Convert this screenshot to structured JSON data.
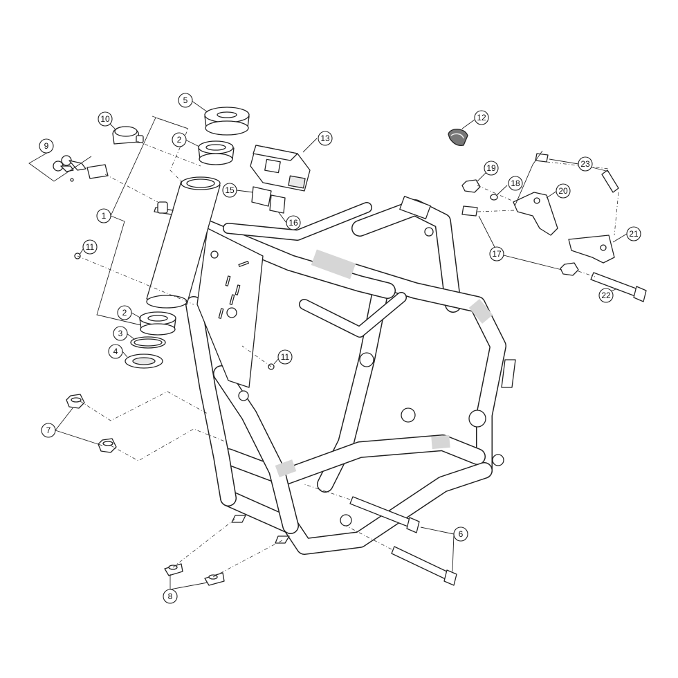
{
  "callouts": [
    {
      "id": "c1",
      "label": "1"
    },
    {
      "id": "c2a",
      "label": "2"
    },
    {
      "id": "c2b",
      "label": "2"
    },
    {
      "id": "c3",
      "label": "3"
    },
    {
      "id": "c4",
      "label": "4"
    },
    {
      "id": "c5",
      "label": "5"
    },
    {
      "id": "c6",
      "label": "6"
    },
    {
      "id": "c7",
      "label": "7"
    },
    {
      "id": "c8",
      "label": "8"
    },
    {
      "id": "c9",
      "label": "9"
    },
    {
      "id": "c10",
      "label": "10"
    },
    {
      "id": "c11a",
      "label": "11"
    },
    {
      "id": "c11b",
      "label": "11"
    },
    {
      "id": "c12",
      "label": "12"
    },
    {
      "id": "c13",
      "label": "13"
    },
    {
      "id": "c15",
      "label": "15"
    },
    {
      "id": "c16",
      "label": "16"
    },
    {
      "id": "c17",
      "label": "17"
    },
    {
      "id": "c18",
      "label": "18"
    },
    {
      "id": "c19",
      "label": "19"
    },
    {
      "id": "c20",
      "label": "20"
    },
    {
      "id": "c21",
      "label": "21"
    },
    {
      "id": "c22",
      "label": "22"
    },
    {
      "id": "c23",
      "label": "23"
    }
  ],
  "colors": {
    "line": "#222222",
    "background": "#ffffff",
    "shade": "#d6d6d6"
  }
}
